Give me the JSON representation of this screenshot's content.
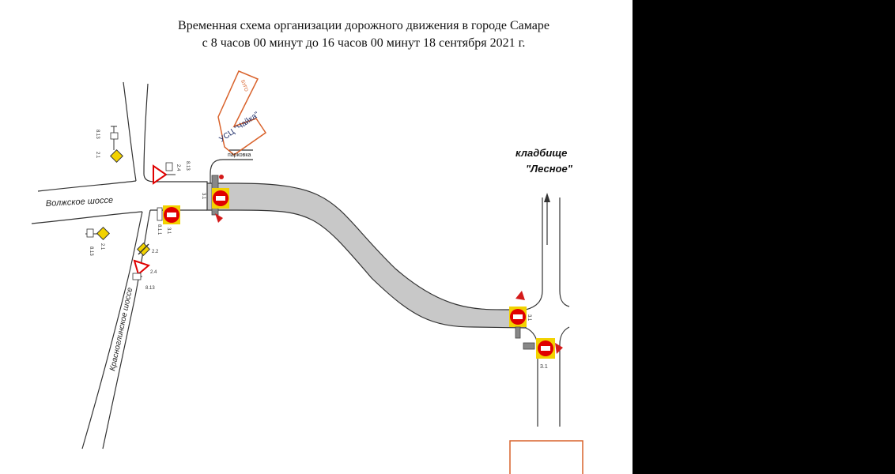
{
  "title": {
    "line1": "Временная схема организации дорожного движения в городе Самаре",
    "line2": "с 8 часов 00 минут до 16 часов 00 минут 18 сентября 2021 г."
  },
  "roads": {
    "volzhskoe": "Волжское шоссе",
    "krasnoglinskoe": "Красноглинское шоссе"
  },
  "places": {
    "cemetery_line1": "кладбище",
    "cemetery_line2": "\"Лесное\"",
    "building": "УСЦ \"Чайка\"",
    "building_tag": "БУГО",
    "parking": "парковка"
  },
  "signs": {
    "s21_top": "2.1",
    "s813_top": "8.13",
    "s24_top": "2.4",
    "s813_mid": "8.13",
    "s31_left": "3.1",
    "s31_main": "3.1",
    "s811": "8.1.1",
    "s21_low": "2.1",
    "s813_low": "8.13",
    "s22": "2.2",
    "s24_low": "2.4",
    "s813_bottom": "8.13",
    "s31_right_a": "3.1",
    "s31_right_b": "3.1"
  },
  "colors": {
    "closed_road": "#c8c8c8",
    "road_line": "#333333",
    "sign_red": "#e00000",
    "sign_yellow": "#f2d200",
    "barrier_red": "#d41a1a",
    "building_outline": "#d9622b",
    "panel": "#000000"
  }
}
